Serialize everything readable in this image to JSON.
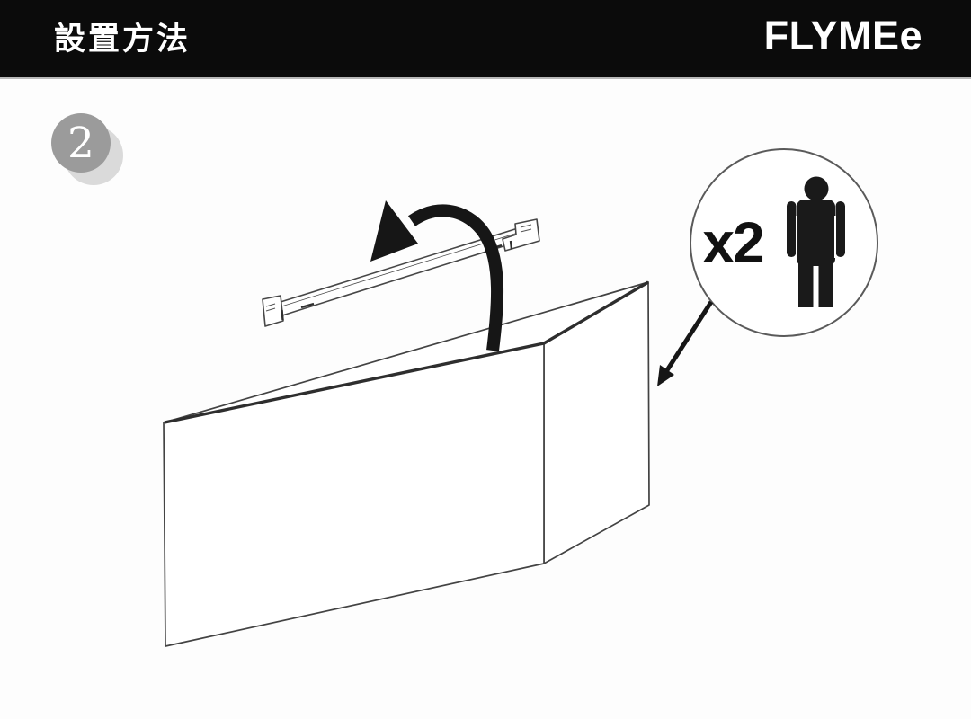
{
  "header": {
    "title": "設置方法",
    "logo": "FLYMEe"
  },
  "step": {
    "number": "2"
  },
  "assist": {
    "label": "x2",
    "people_count": 2,
    "icon": "person-icon"
  },
  "illustration": {
    "icons": [
      "flip-rotate-arrow-icon",
      "person-icon",
      "pointer-arrow-icon"
    ],
    "parts": [
      "mounting-bracket",
      "cabinet-body",
      "people-required-circle"
    ]
  },
  "colors": {
    "header_bg": "#0b0b0b",
    "header_text": "#ffffff",
    "step_circle": "#9b9b9b",
    "step_circle_shadow": "#dadada",
    "line_art": "#434343",
    "ink": "#161616",
    "background": "#fdfdfd"
  }
}
